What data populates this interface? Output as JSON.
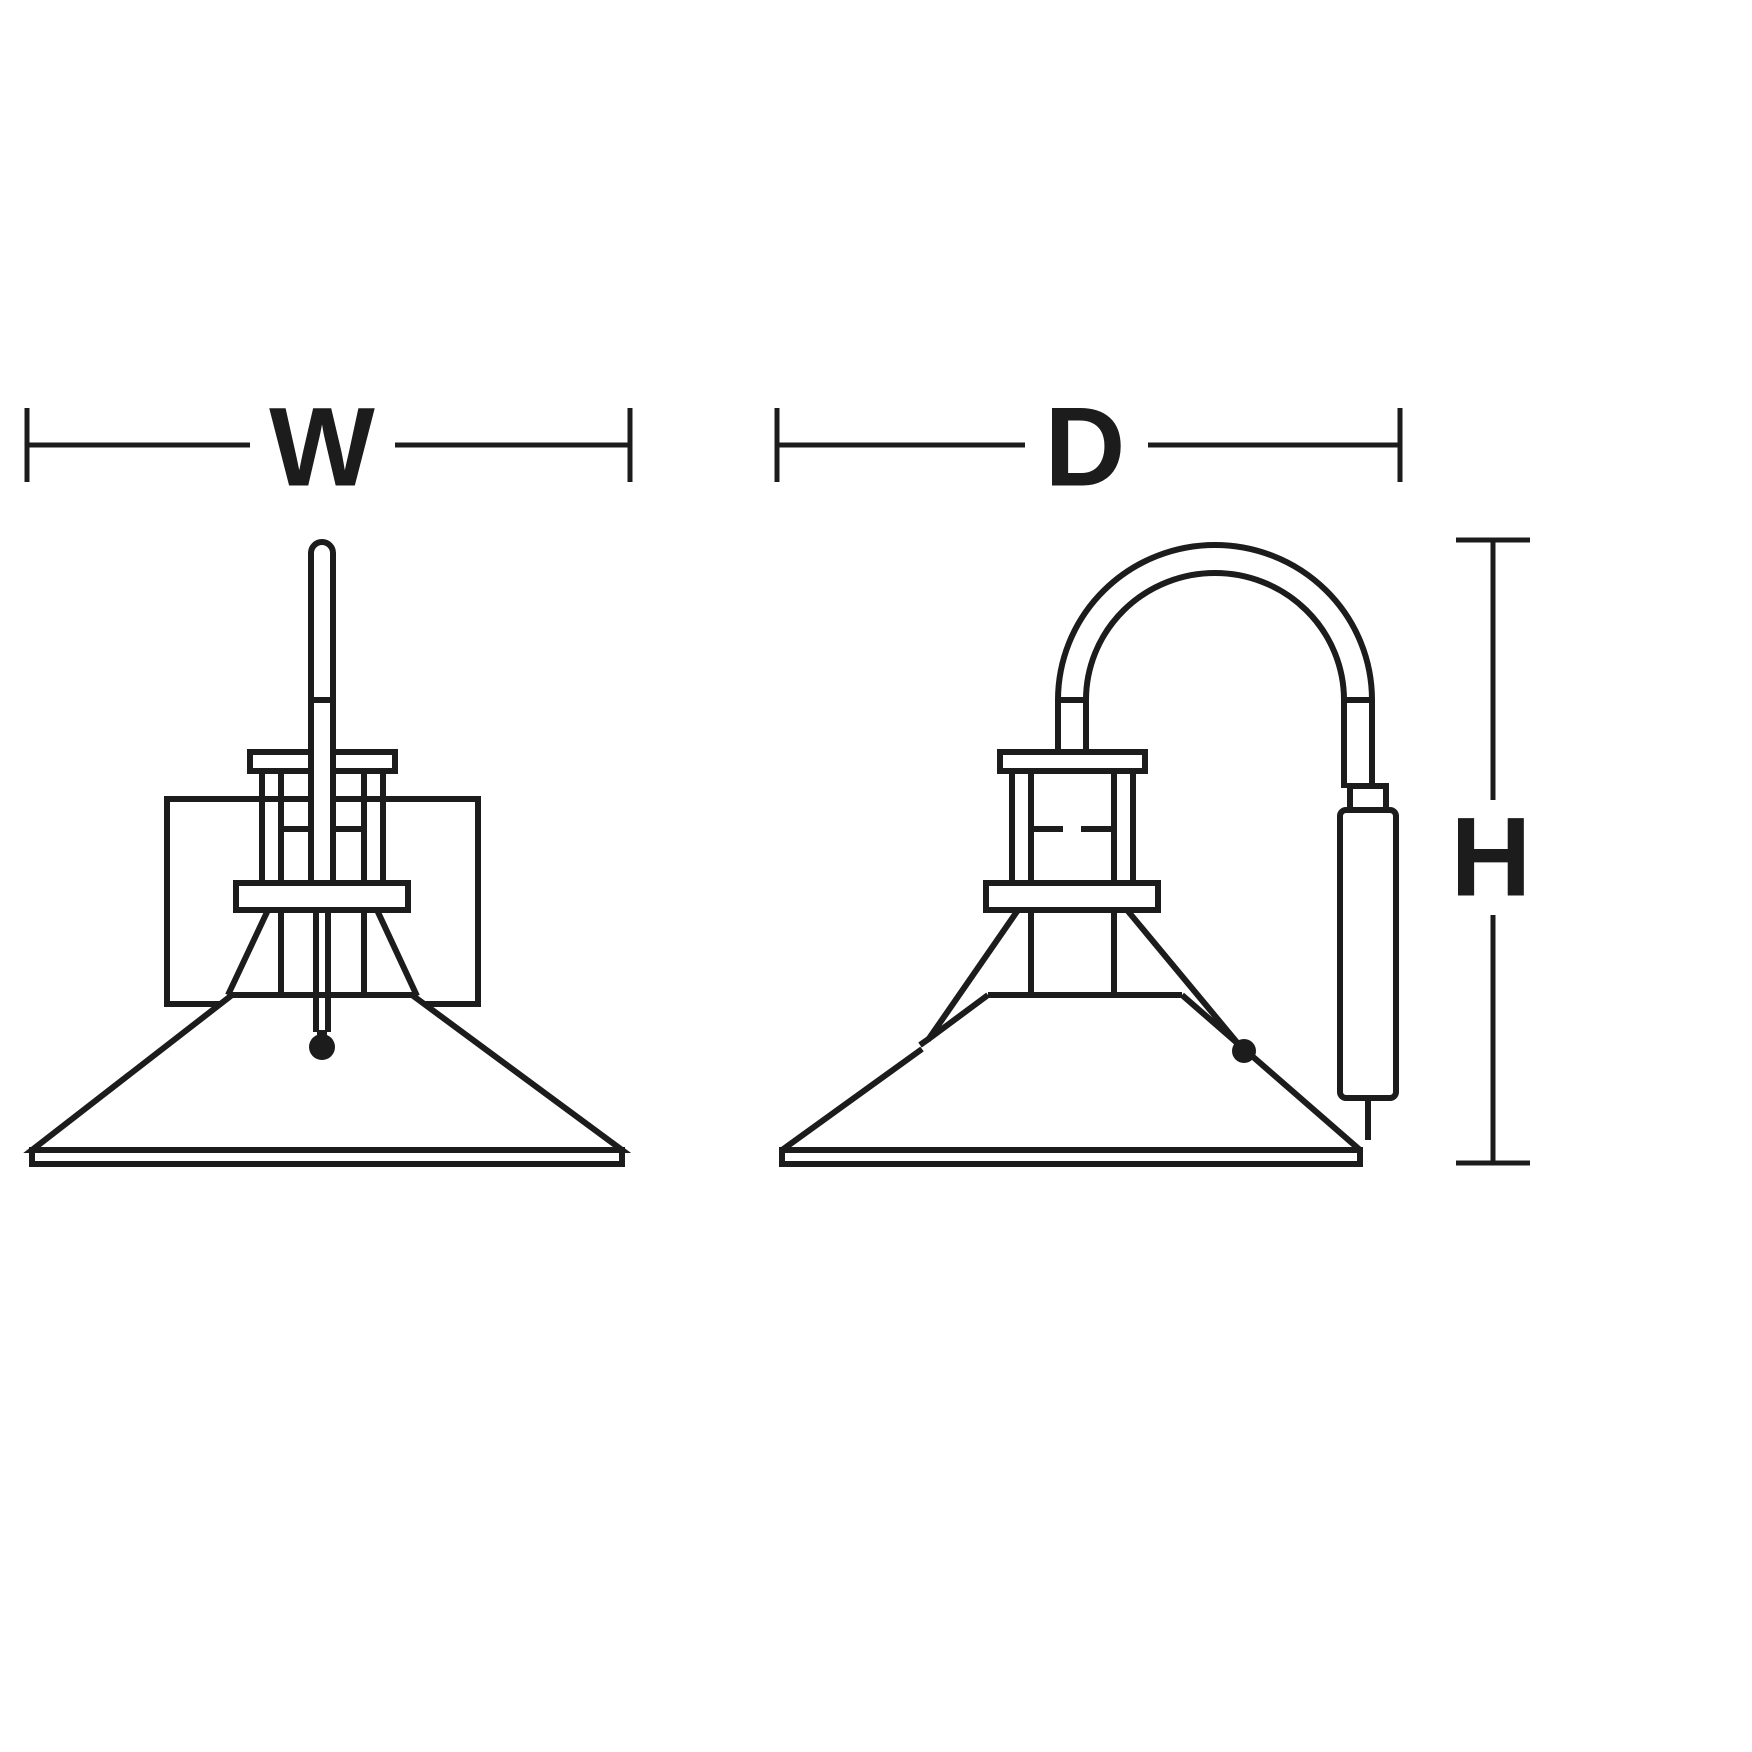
{
  "colors": {
    "line": "#1c1c1c",
    "background": "#ffffff"
  },
  "dimension_labels": {
    "width": "W",
    "depth": "D",
    "height": "H"
  }
}
